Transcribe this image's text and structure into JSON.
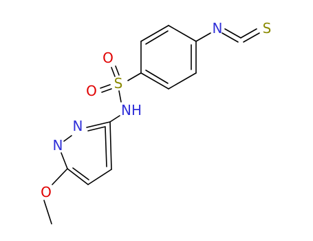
{
  "molecule": {
    "atoms": [
      {
        "id": "N_iso",
        "label": "N",
        "color": "#3030d8"
      },
      {
        "id": "S_iso",
        "label": "S",
        "color": "#8a8a00"
      },
      {
        "id": "S_sulf",
        "label": "S",
        "color": "#8a8a00"
      },
      {
        "id": "O1",
        "label": "O",
        "color": "#e00000"
      },
      {
        "id": "O2",
        "label": "O",
        "color": "#e00000"
      },
      {
        "id": "NH",
        "label": "NH",
        "color": "#3030d8"
      },
      {
        "id": "N_ring1",
        "label": "N",
        "color": "#3030d8"
      },
      {
        "id": "N_ring2",
        "label": "N",
        "color": "#3030d8"
      },
      {
        "id": "O_methoxy",
        "label": "O",
        "color": "#e00000"
      }
    ],
    "colors": {
      "bond": "#000000",
      "nitrogen": "#3030d8",
      "oxygen": "#e00000",
      "sulfur": "#8a8a00"
    }
  }
}
